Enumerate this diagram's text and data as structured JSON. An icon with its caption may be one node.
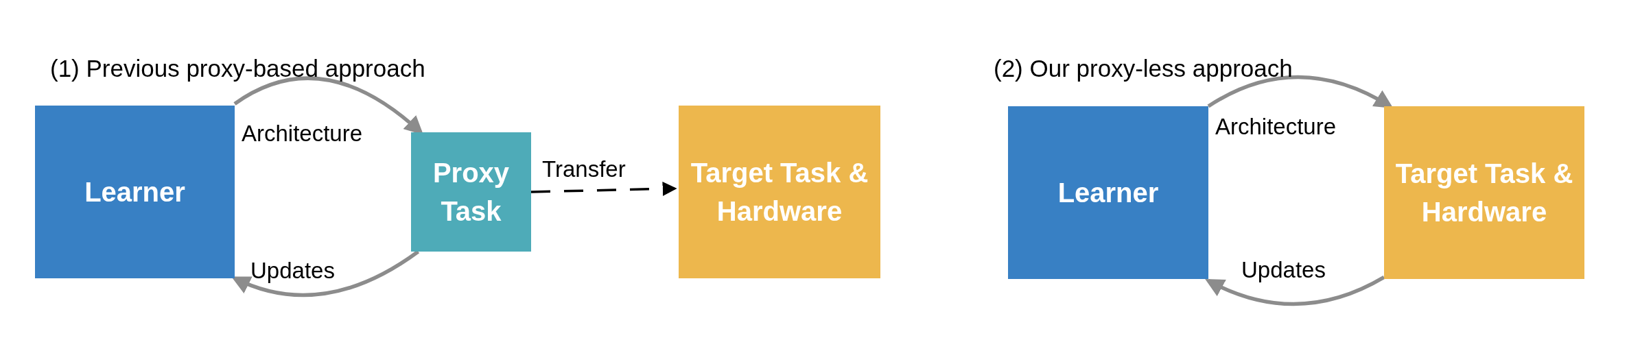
{
  "diagram": {
    "nodes": [
      {
        "text": [
          "Learner"
        ]
      },
      {
        "text": [
          "Proxy Task"
        ]
      },
      {
        "text": [
          "Target Task & Hardware"
        ]
      },
      {
        "text": [
          "Learner"
        ]
      },
      {
        "text": [
          "Target Task & Hardware"
        ]
      }
    ],
    "edges": [
      {
        "from": 0,
        "to": 1,
        "arrow": "to",
        "label": "Architecture"
      },
      {
        "from": 1,
        "to": 0,
        "arrow": "to",
        "label": "Updates"
      },
      {
        "from": 1,
        "to": 2,
        "arrow": "to",
        "label": "Transfer",
        "style": "dashed",
        "color": "#000000"
      },
      {
        "from": 3,
        "to": 4,
        "arrow": "to",
        "label": "Architecture"
      },
      {
        "from": 4,
        "to": 3,
        "arrow": "to",
        "label": "Updates"
      }
    ],
    "labels": [
      "(1) Previous proxy-based approach",
      "(2) Our proxy-less approach"
    ]
  }
}
